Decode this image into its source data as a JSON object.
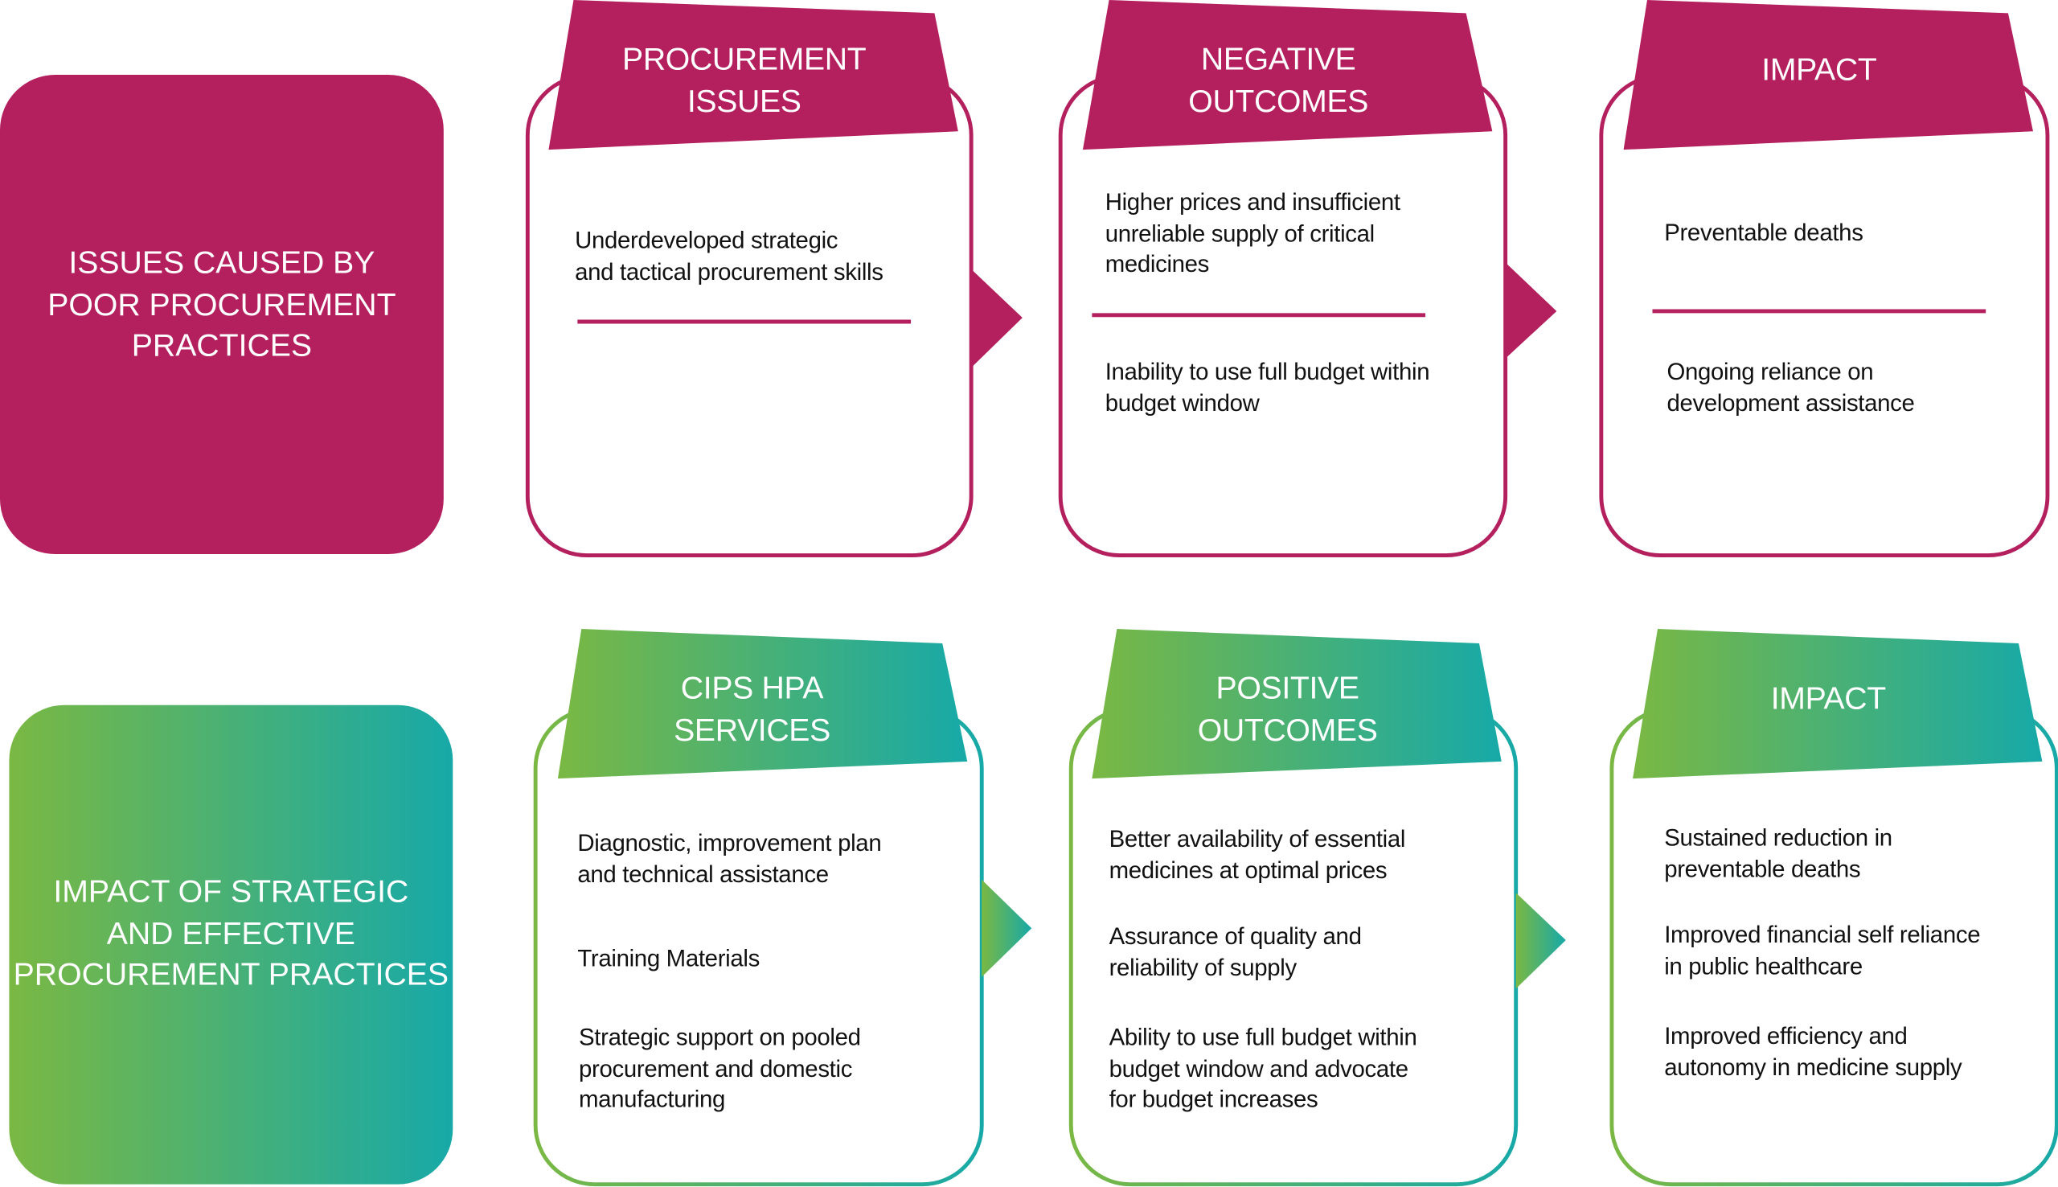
{
  "colors": {
    "magenta": "#b41f5e",
    "green": "#7ab843",
    "teal": "#17a9a8"
  },
  "top_row": {
    "label": "ISSUES CAUSED BY\nPOOR PROCUREMENT\nPRACTICES",
    "cards": [
      {
        "title": "PROCUREMENT\nISSUES",
        "items": [
          "Underdeveloped strategic\nand tactical procurement skills"
        ]
      },
      {
        "title": "NEGATIVE\nOUTCOMES",
        "items": [
          "Higher prices and insufficient\nunreliable supply of critical\nmedicines",
          "Inability to use full budget within\nbudget window"
        ]
      },
      {
        "title": "IMPACT",
        "items": [
          "Preventable deaths",
          "Ongoing reliance on\ndevelopment assistance"
        ]
      }
    ]
  },
  "bottom_row": {
    "label": "IMPACT OF STRATEGIC\nAND EFFECTIVE\nPROCUREMENT PRACTICES",
    "cards": [
      {
        "title": "CIPS HPA\nSERVICES",
        "items": [
          "Diagnostic, improvement plan\nand technical assistance",
          "Training Materials",
          "Strategic support on pooled\nprocurement and domestic\nmanufacturing"
        ]
      },
      {
        "title": "POSITIVE\nOUTCOMES",
        "items": [
          "Better availability of essential\nmedicines at optimal prices",
          "Assurance of quality and\nreliability of supply",
          "Ability to use full budget within\nbudget window and advocate\nfor budget increases"
        ]
      },
      {
        "title": "IMPACT",
        "items": [
          "Sustained reduction in\npreventable deaths",
          "Improved financial self reliance\nin public healthcare",
          "Improved efficiency and\nautonomy in medicine supply"
        ]
      }
    ]
  }
}
